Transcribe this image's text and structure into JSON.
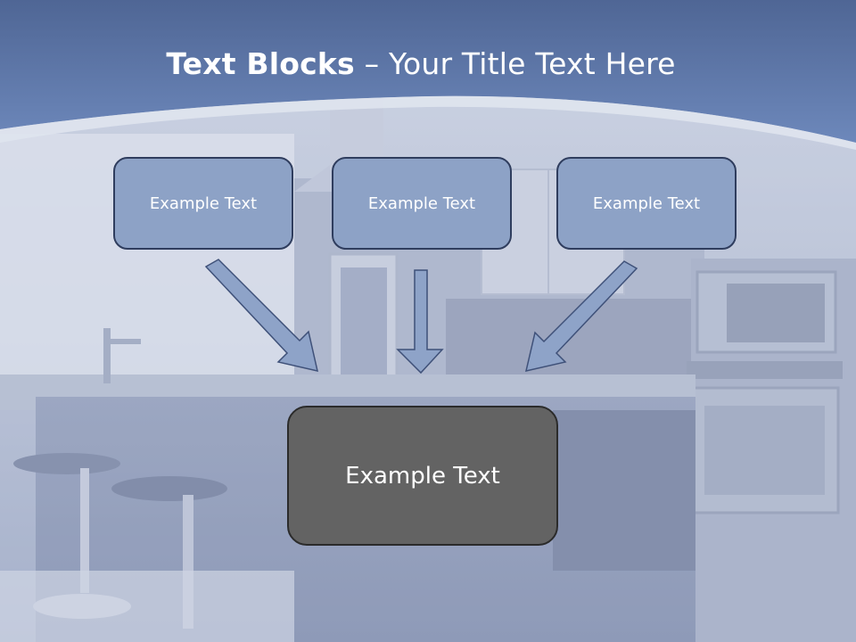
{
  "slide": {
    "title_bold": "Text Blocks",
    "title_dash": "–",
    "title_rest": "Your Title Text Here",
    "boxes": [
      {
        "label": "Example Text"
      },
      {
        "label": "Example Text"
      },
      {
        "label": "Example Text"
      }
    ],
    "main_box": {
      "label": "Example Text"
    }
  },
  "colors": {
    "header_blue": "#6b86b8",
    "box_fill": "#8da2c6",
    "box_border": "#2f3d5e",
    "main_fill": "#636363",
    "arrow_fill": "#8ea3c8"
  }
}
